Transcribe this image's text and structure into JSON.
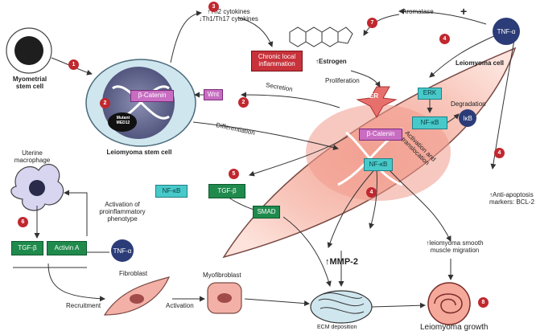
{
  "labels": {
    "myometrial_stem_cell": "Myometrial\nstem cell",
    "leiomyoma_stem_cell": "Leiomyoma stem cell",
    "beta_catenin": "β-Catenin",
    "mutant_med12": "Mutant\nMED12",
    "th_cytokines": "↑Th2 cytokines\n↓Th1/Th17 cytokines",
    "chronic_inflammation": "Chronic local\ninflammation",
    "wnt": "Wnt",
    "secretion": "Secretion",
    "differentiation": "Differentiation",
    "aromatase": "Aromatase",
    "plus": "+",
    "tnf_alpha": "TNF-α",
    "estrogen": "↑Estrogen",
    "proliferation": "Proliferation",
    "er": "ER",
    "leiomyoma_cell": "Leiomyoma cell",
    "erk": "ERK",
    "nfkb": "NF-κB",
    "ikb": "IκB",
    "degradation": "Degradation",
    "activation_translocation": "Activation and\ntranslocation",
    "anti_apoptosis": "↑Anti-apoptosis\nmarkers: BCL-2",
    "uterine_macrophage": "Uterine\nmacrophage",
    "activation_proinflammatory": "Activation of\nproinflammatory\nphenotype",
    "tgf_beta": "TGF-β",
    "activin_a": "Activin A",
    "smad": "SMAD",
    "mmp2": "↑MMP-2",
    "smooth_muscle_migration": "↑leiomyoma smooth\nmuscle migration",
    "fibroblast": "Fibroblast",
    "myofibroblast": "Myofibroblast",
    "recruitment": "Recruitment",
    "activation": "Activation",
    "ecm_deposition": "ECM deposition",
    "leiomyoma_growth": "Leiomyoma growth"
  },
  "steps": [
    "1",
    "2",
    "2",
    "3",
    "4",
    "4",
    "4",
    "5",
    "6",
    "7",
    "8"
  ],
  "colors": {
    "teal": "#48c9c9",
    "green": "#1f8a4c",
    "magenta": "#c86dc2",
    "red": "#c8323b",
    "navy": "#2b3c78",
    "badge": "#c0282f",
    "cell_pink": "#f7c9bf"
  }
}
